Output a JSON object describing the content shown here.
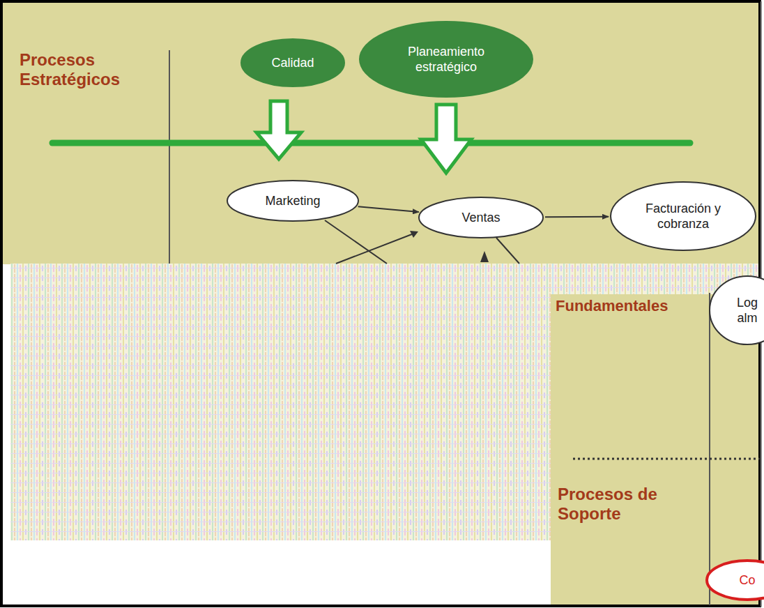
{
  "diagram": {
    "nodes": [
      {
        "text": [
          "Calidad"
        ]
      },
      {
        "text": [
          "Planeamiento estratégico"
        ]
      },
      {
        "text": [
          "Marketing"
        ]
      },
      {
        "text": [
          "Ventas"
        ]
      },
      {
        "text": [
          "Facturación y cobranza"
        ]
      },
      {
        "text": [
          "Log alm"
        ]
      },
      {
        "text": [
          "Co"
        ]
      }
    ],
    "edges": [
      {
        "from": 2,
        "to": 3,
        "arrow": "to"
      },
      {
        "from": 3,
        "to": 4,
        "arrow": "to"
      }
    ],
    "labels": [
      "Procesos Estratégicos",
      "Fundamentales",
      "Procesos de Soporte"
    ]
  }
}
